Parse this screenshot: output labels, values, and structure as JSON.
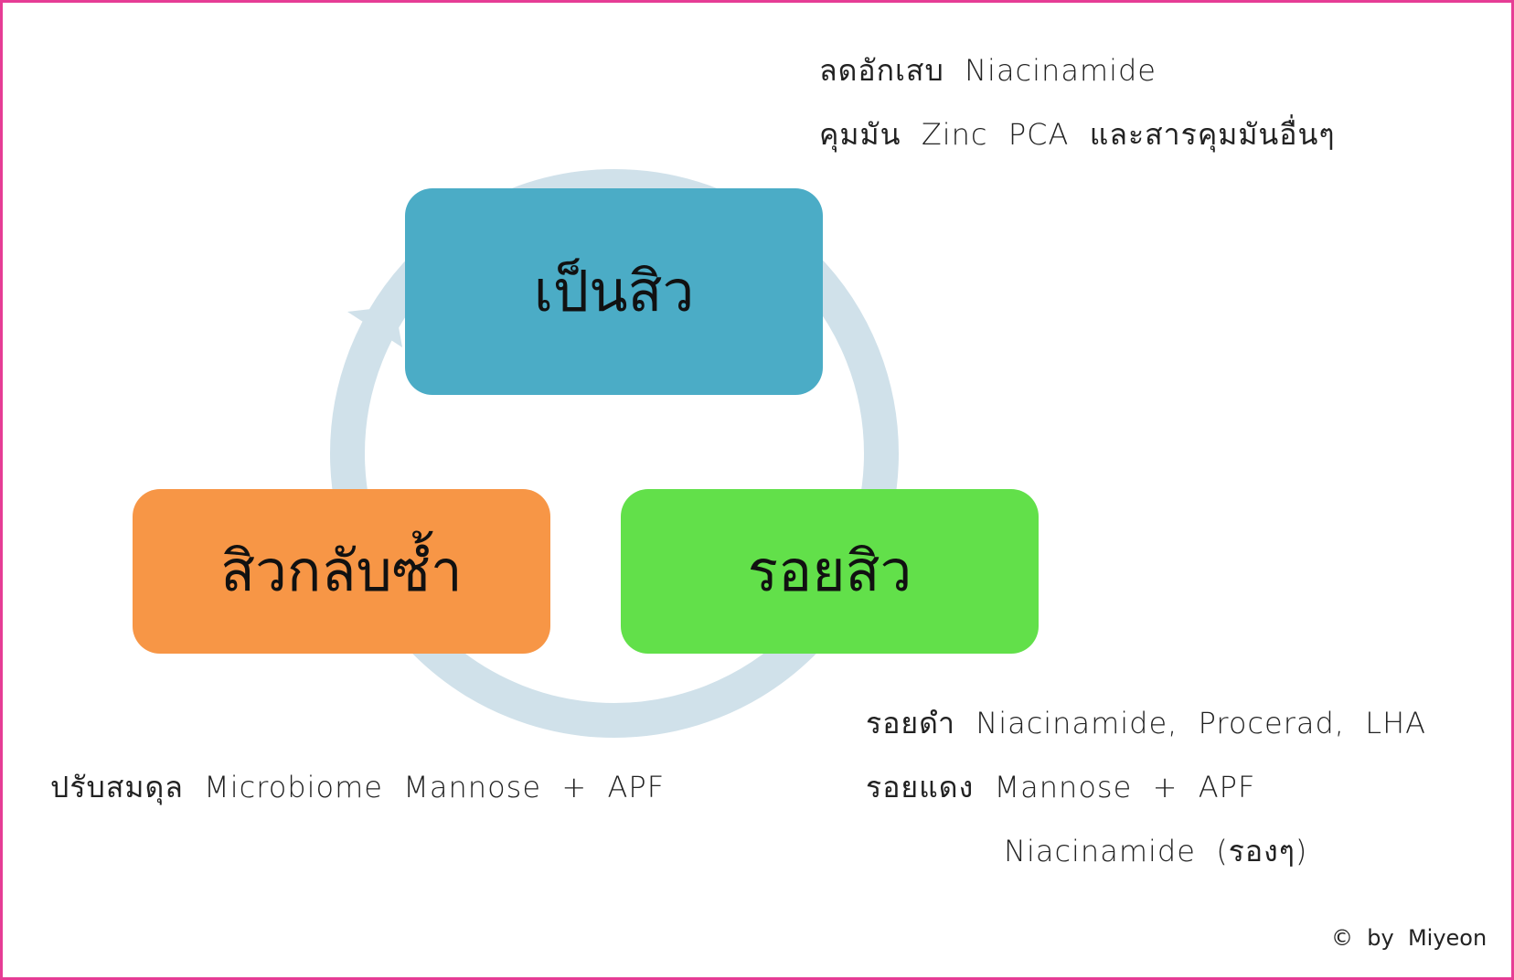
{
  "colors": {
    "border": "#e63d95",
    "cycle": "#d0e1ea",
    "top": "#4bacc6",
    "left": "#f79646",
    "right": "#62e04a"
  },
  "nodes": {
    "top": "เป็นสิว",
    "right": "รอยสิว",
    "left": "สิวกลับซ้ำ"
  },
  "notes": {
    "top": [
      "ลดอักเสบ  Niacinamide",
      "คุมมัน  Zinc  PCA  และสารคุมมันอื่นๆ"
    ],
    "right": [
      "รอยดำ  Niacinamide,  Procerad,  LHA",
      "รอยแดง  Mannose  +  APF",
      "Niacinamide  (รองๆ)"
    ],
    "left": "ปรับสมดุล  Microbiome  Mannose  +  APF"
  },
  "copyright": "©  by  Miyeon"
}
